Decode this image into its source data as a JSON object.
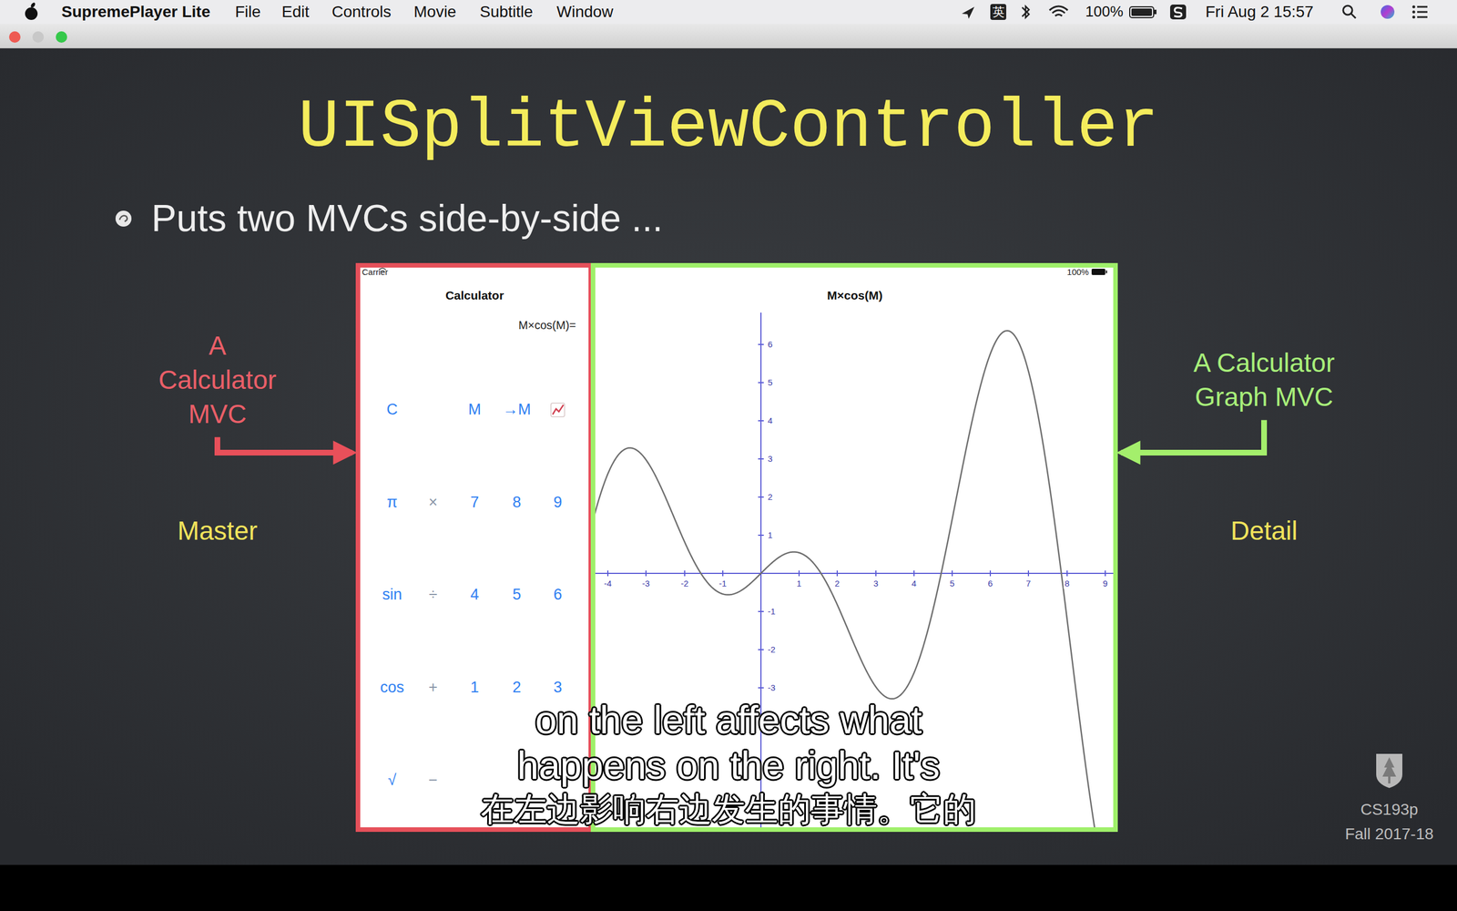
{
  "diagram": {
    "title": "UISplitViewController",
    "nodes": [
      {
        "text": [
          "A Calculator MVC"
        ]
      },
      {
        "text": [
          "Carrier",
          "Calculator",
          "M×cos(M)=",
          "C",
          "M",
          "→M",
          "π",
          "×",
          "7",
          "8",
          "9",
          "sin",
          "÷",
          "4",
          "5",
          "6",
          "cos",
          "+",
          "1",
          "2",
          "3",
          "√",
          "−"
        ]
      },
      {
        "text": [
          "100%",
          "M×cos(M)",
          "-4",
          "-3",
          "-2",
          "-1",
          "1",
          "2",
          "3",
          "4",
          "5",
          "6",
          "7",
          "8",
          "9",
          "6",
          "5",
          "4",
          "3",
          "2",
          "1",
          "-1",
          "-2",
          "-3"
        ]
      },
      {
        "text": [
          "A Calculator Graph MVC"
        ]
      }
    ],
    "edges": [
      {
        "from": 0,
        "to": 1,
        "arrow": "to"
      },
      {
        "from": 3,
        "to": 2,
        "arrow": "to"
      }
    ],
    "labels": [
      "SupremePlayer Lite",
      "File",
      "Edit",
      "Controls",
      "Movie",
      "Subtitle",
      "Window",
      "英",
      "100%",
      "Fri Aug 2 15:57",
      "Puts two MVCs side-by-side ...",
      "Master",
      "Detail",
      "CS193p",
      "Fall 2017-18",
      "on the left affects what happens on the right. It's",
      "在左边影响右边发生的事情。它的"
    ]
  }
}
